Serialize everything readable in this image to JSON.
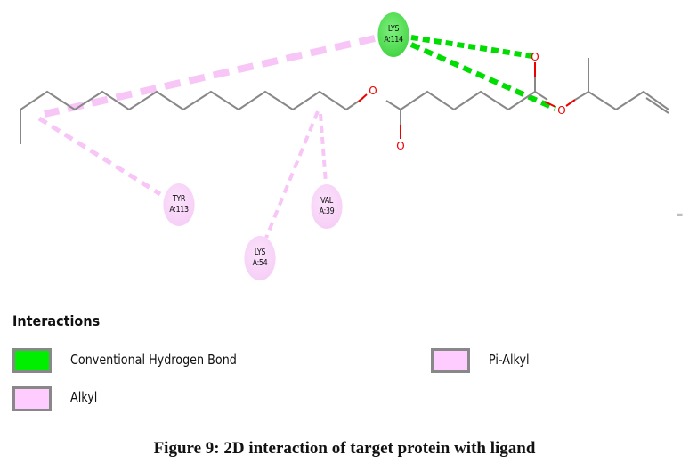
{
  "atom_label": "O",
  "residues": [
    {
      "name": "LYS",
      "id": "A:114",
      "type": "Conventional Hydrogen Bond"
    },
    {
      "name": "TYR",
      "id": "A:113",
      "type": "Alkyl"
    },
    {
      "name": "VAL",
      "id": "A:39",
      "type": "Alkyl"
    },
    {
      "name": "LYS",
      "id": "A:54",
      "type": "Alkyl"
    }
  ],
  "legend": {
    "title": "Interactions",
    "items": [
      {
        "label": "Conventional Hydrogen Bond",
        "color": "#00ee00"
      },
      {
        "label": "Pi-Alkyl",
        "color": "#ffccff"
      },
      {
        "label": "Alkyl",
        "color": "#ffccff"
      }
    ]
  },
  "marker": "=",
  "caption": "Figure 9: 2D interaction of target protein with ligand"
}
